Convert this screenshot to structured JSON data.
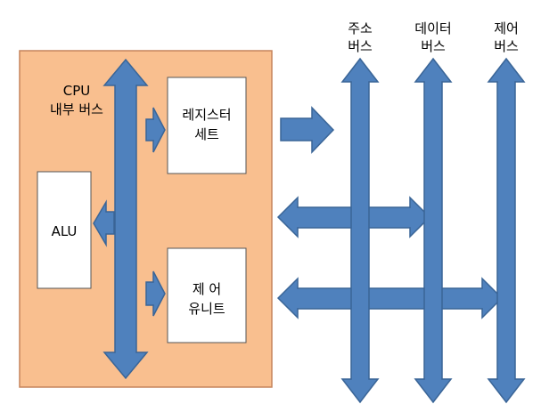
{
  "cpu": {
    "internal_bus_line1": "CPU",
    "internal_bus_line2": "내부 버스",
    "box_color": "#f9bf8f"
  },
  "blocks": {
    "register_line1": "레지스터",
    "register_line2": "세트",
    "alu": "ALU",
    "control_line1": "제 어",
    "control_line2": "유니트"
  },
  "buses": {
    "address_line1": "주소",
    "address_line2": "버스",
    "data_line1": "데이터",
    "data_line2": "버스",
    "control_line1": "제어",
    "control_line2": "버스"
  },
  "colors": {
    "arrow_fill": "#4f81bd",
    "arrow_stroke": "#385d8a",
    "cpu_border": "#c0504d"
  }
}
